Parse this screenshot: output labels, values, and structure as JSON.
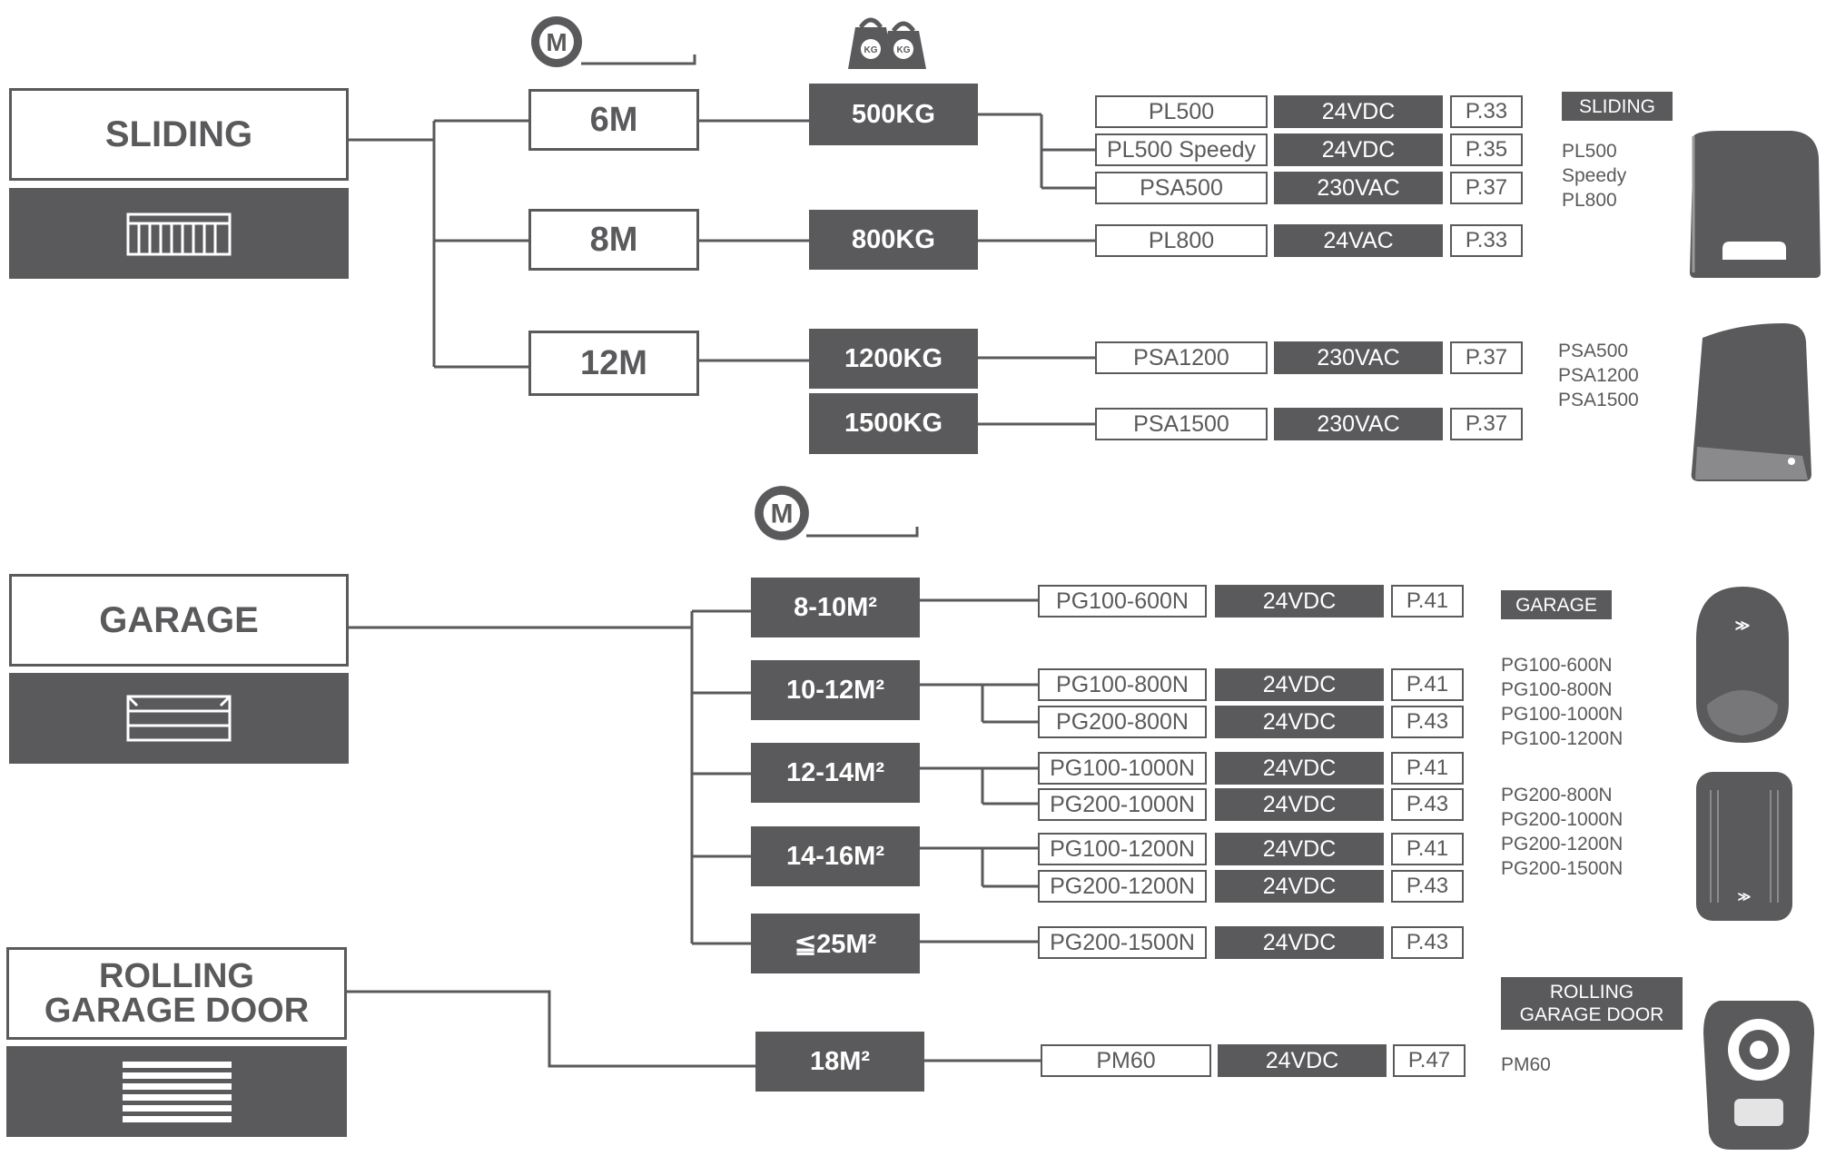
{
  "categories": {
    "sliding": "SLIDING",
    "garage": "GARAGE",
    "rolling": "ROLLING\nGARAGE DOOR"
  },
  "sliding": {
    "lengths": [
      "6M",
      "8M",
      "12M"
    ],
    "weights": [
      "500KG",
      "800KG",
      "1200KG",
      "1500KG"
    ],
    "rows": [
      {
        "model": "PL500",
        "voltage": "24VDC",
        "page": "P.33"
      },
      {
        "model": "PL500 Speedy",
        "voltage": "24VDC",
        "page": "P.35"
      },
      {
        "model": "PSA500",
        "voltage": "230VAC",
        "page": "P.37"
      },
      {
        "model": "PL800",
        "voltage": "24VAC",
        "page": "P.33"
      },
      {
        "model": "PSA1200",
        "voltage": "230VAC",
        "page": "P.37"
      },
      {
        "model": "PSA1500",
        "voltage": "230VAC",
        "page": "P.37"
      }
    ]
  },
  "garage": {
    "areas": [
      "8-10M²",
      "10-12M²",
      "12-14M²",
      "14-16M²",
      "≦25M²"
    ],
    "rows": [
      {
        "model": "PG100-600N",
        "voltage": "24VDC",
        "page": "P.41"
      },
      {
        "model": "PG100-800N",
        "voltage": "24VDC",
        "page": "P.41"
      },
      {
        "model": "PG200-800N",
        "voltage": "24VDC",
        "page": "P.43"
      },
      {
        "model": "PG100-1000N",
        "voltage": "24VDC",
        "page": "P.41"
      },
      {
        "model": "PG200-1000N",
        "voltage": "24VDC",
        "page": "P.43"
      },
      {
        "model": "PG100-1200N",
        "voltage": "24VDC",
        "page": "P.41"
      },
      {
        "model": "PG200-1200N",
        "voltage": "24VDC",
        "page": "P.43"
      },
      {
        "model": "PG200-1500N",
        "voltage": "24VDC",
        "page": "P.43"
      }
    ]
  },
  "rolling": {
    "area": "18M²",
    "row": {
      "model": "PM60",
      "voltage": "24VDC",
      "page": "P.47"
    }
  },
  "legend": {
    "sliding_tag": "SLIDING",
    "sliding_list_1": [
      "PL500",
      "Speedy",
      "PL800"
    ],
    "sliding_list_2": [
      "PSA500",
      "PSA1200",
      "PSA1500"
    ],
    "garage_tag": "GARAGE",
    "garage_list_1": [
      "PG100-600N",
      "PG100-800N",
      "PG100-1000N",
      "PG100-1200N"
    ],
    "garage_list_2": [
      "PG200-800N",
      "PG200-1000N",
      "PG200-1200N",
      "PG200-1500N"
    ],
    "rolling_tag": "ROLLING\nGARAGE DOOR",
    "rolling_list": [
      "PM60"
    ]
  },
  "icon_labels": {
    "meter": "M",
    "kg": "KG"
  },
  "icons": [
    "tape-measure-icon",
    "weight-icon",
    "sliding-gate-icon",
    "garage-door-icon",
    "rolling-door-icon",
    "sliding-motor-icon",
    "garage-opener-icon",
    "rolling-motor-icon"
  ],
  "colors": {
    "primary": "#5a5a5c",
    "background": "#ffffff"
  }
}
